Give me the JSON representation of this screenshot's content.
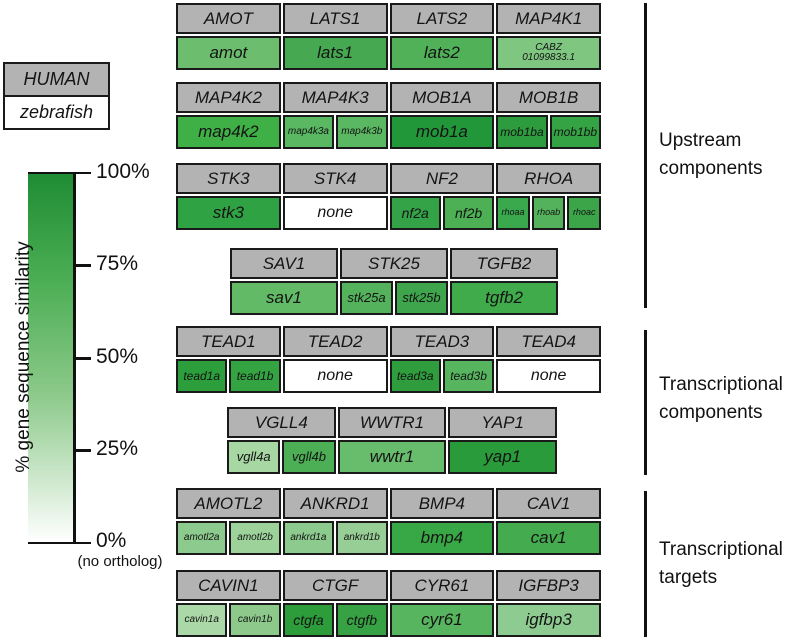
{
  "legend": {
    "human_label": "HUMAN",
    "zebrafish_label": "zebrafish"
  },
  "colorbar": {
    "axis_label": "% gene sequence similarity",
    "ticks": [
      "100%",
      "75%",
      "50%",
      "25%",
      "0%"
    ],
    "note": "(no ortholog)",
    "top_color": "#1e8c33",
    "bottom_color": "#ffffff"
  },
  "groups": [
    {
      "label": "Upstream components"
    },
    {
      "label": "Transcriptional components"
    },
    {
      "label": "Transcriptional targets"
    }
  ],
  "colors": {
    "header_bg": "#b3b3b3",
    "none_bg": "#ffffff",
    "border": "#1a1a1a"
  },
  "tables": [
    {
      "columns": [
        {
          "human": "AMOT",
          "orthologs": [
            {
              "label": "amot",
              "color": "#6cbd6e"
            }
          ]
        },
        {
          "human": "LATS1",
          "orthologs": [
            {
              "label": "lats1",
              "color": "#46a952"
            }
          ]
        },
        {
          "human": "LATS2",
          "orthologs": [
            {
              "label": "lats2",
              "color": "#50b158"
            }
          ]
        },
        {
          "human": "MAP4K1",
          "orthologs": [
            {
              "label": "CABZ\n01099833.1",
              "color": "#7fc680"
            }
          ]
        }
      ]
    },
    {
      "columns": [
        {
          "human": "MAP4K2",
          "orthologs": [
            {
              "label": "map4k2",
              "color": "#3fb046"
            }
          ]
        },
        {
          "human": "MAP4K3",
          "orthologs": [
            {
              "label": "map4k3a",
              "color": "#5ab862"
            },
            {
              "label": "map4k3b",
              "color": "#5ab862"
            }
          ]
        },
        {
          "human": "MOB1A",
          "orthologs": [
            {
              "label": "mob1a",
              "color": "#22973a"
            }
          ]
        },
        {
          "human": "MOB1B",
          "orthologs": [
            {
              "label": "mob1ba",
              "color": "#2c9c3e"
            },
            {
              "label": "mob1bb",
              "color": "#33a343"
            }
          ]
        }
      ]
    },
    {
      "columns": [
        {
          "human": "STK3",
          "orthologs": [
            {
              "label": "stk3",
              "color": "#2fa244"
            }
          ]
        },
        {
          "human": "STK4",
          "orthologs": [
            {
              "label": "none",
              "color": "#ffffff"
            }
          ]
        },
        {
          "human": "NF2",
          "orthologs": [
            {
              "label": "nf2a",
              "color": "#34a348"
            },
            {
              "label": "nf2b",
              "color": "#4db055"
            }
          ]
        },
        {
          "human": "RHOA",
          "orthologs": [
            {
              "label": "rhoaa",
              "color": "#3aa84c"
            },
            {
              "label": "rhoab",
              "color": "#55b25c"
            },
            {
              "label": "rhoac",
              "color": "#3ca449"
            }
          ]
        }
      ]
    },
    {
      "columns": [
        {
          "human": "SAV1",
          "orthologs": [
            {
              "label": "sav1",
              "color": "#62ba67"
            }
          ]
        },
        {
          "human": "STK25",
          "orthologs": [
            {
              "label": "stk25a",
              "color": "#53b25b"
            },
            {
              "label": "stk25b",
              "color": "#3ea54c"
            }
          ]
        },
        {
          "human": "TGFB2",
          "orthologs": [
            {
              "label": "tgfb2",
              "color": "#3fab4b"
            }
          ]
        }
      ]
    },
    {
      "columns": [
        {
          "human": "TEAD1",
          "orthologs": [
            {
              "label": "tead1a",
              "color": "#2d9e3c"
            },
            {
              "label": "tead1b",
              "color": "#33a441"
            }
          ]
        },
        {
          "human": "TEAD2",
          "orthologs": [
            {
              "label": "none",
              "color": "#ffffff"
            }
          ]
        },
        {
          "human": "TEAD3",
          "orthologs": [
            {
              "label": "tead3a",
              "color": "#2f9d3e"
            },
            {
              "label": "tead3b",
              "color": "#57b55f"
            }
          ]
        },
        {
          "human": "TEAD4",
          "orthologs": [
            {
              "label": "none",
              "color": "#ffffff"
            }
          ]
        }
      ]
    },
    {
      "columns": [
        {
          "human": "VGLL4",
          "orthologs": [
            {
              "label": "vgll4a",
              "color": "#a7d7a2"
            },
            {
              "label": "vgll4b",
              "color": "#4daf55"
            }
          ]
        },
        {
          "human": "WWTR1",
          "orthologs": [
            {
              "label": "wwtr1",
              "color": "#68bd6c"
            }
          ]
        },
        {
          "human": "YAP1",
          "orthologs": [
            {
              "label": "yap1",
              "color": "#2a9b3b"
            }
          ]
        }
      ]
    },
    {
      "columns": [
        {
          "human": "AMOTL2",
          "orthologs": [
            {
              "label": "amotl2a",
              "color": "#8ccb8d"
            },
            {
              "label": "amotl2b",
              "color": "#9dd29b"
            }
          ]
        },
        {
          "human": "ANKRD1",
          "orthologs": [
            {
              "label": "ankrd1a",
              "color": "#8dca8e"
            },
            {
              "label": "ankrd1b",
              "color": "#96ce95"
            }
          ]
        },
        {
          "human": "BMP4",
          "orthologs": [
            {
              "label": "bmp4",
              "color": "#38a847"
            }
          ]
        },
        {
          "human": "CAV1",
          "orthologs": [
            {
              "label": "cav1",
              "color": "#45ab4f"
            }
          ]
        }
      ]
    },
    {
      "columns": [
        {
          "human": "CAVIN1",
          "orthologs": [
            {
              "label": "cavin1a",
              "color": "#aad8a6"
            },
            {
              "label": "cavin1b",
              "color": "#8cc98a"
            }
          ]
        },
        {
          "human": "CTGF",
          "orthologs": [
            {
              "label": "ctgfa",
              "color": "#2c9d3a"
            },
            {
              "label": "ctgfb",
              "color": "#37a244"
            }
          ]
        },
        {
          "human": "CYR61",
          "orthologs": [
            {
              "label": "cyr61",
              "color": "#56b55e"
            }
          ]
        },
        {
          "human": "IGFBP3",
          "orthologs": [
            {
              "label": "igfbp3",
              "color": "#8dcb90"
            }
          ]
        }
      ]
    }
  ]
}
